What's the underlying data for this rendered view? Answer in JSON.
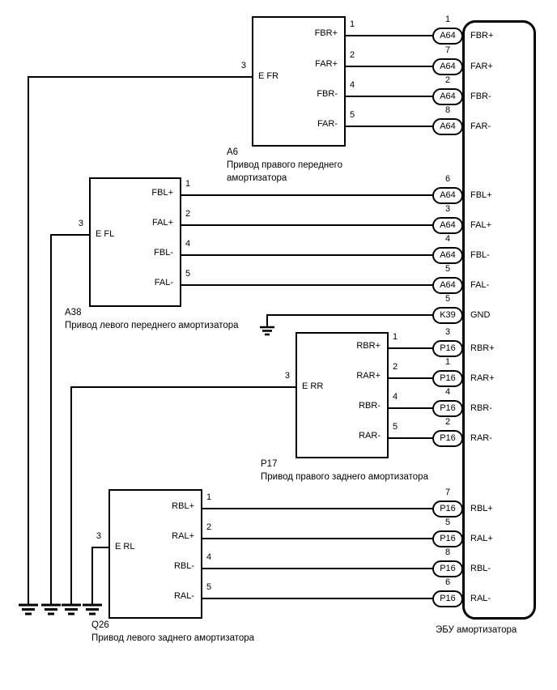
{
  "components": [
    {
      "ref": "A6",
      "desc_lines": [
        "Привод правого переднего",
        "амортизатора"
      ],
      "ground_pin": {
        "number": "3",
        "label": "E FR"
      },
      "pins": [
        {
          "number": "1",
          "label": "FBR+"
        },
        {
          "number": "2",
          "label": "FAR+"
        },
        {
          "number": "4",
          "label": "FBR-"
        },
        {
          "number": "5",
          "label": "FAR-"
        }
      ]
    },
    {
      "ref": "A38",
      "desc_lines": [
        "Привод левого переднего амортизатора"
      ],
      "ground_pin": {
        "number": "3",
        "label": "E FL"
      },
      "pins": [
        {
          "number": "1",
          "label": "FBL+"
        },
        {
          "number": "2",
          "label": "FAL+"
        },
        {
          "number": "4",
          "label": "FBL-"
        },
        {
          "number": "5",
          "label": "FAL-"
        }
      ]
    },
    {
      "ref": "P17",
      "desc_lines": [
        "Привод правого заднего амортизатора"
      ],
      "ground_pin": {
        "number": "3",
        "label": "E RR"
      },
      "pins": [
        {
          "number": "1",
          "label": "RBR+"
        },
        {
          "number": "2",
          "label": "RAR+"
        },
        {
          "number": "4",
          "label": "RBR-"
        },
        {
          "number": "5",
          "label": "RAR-"
        }
      ]
    },
    {
      "ref": "Q26",
      "desc_lines": [
        "Привод левого заднего амортизатора"
      ],
      "ground_pin": {
        "number": "3",
        "label": "E RL"
      },
      "pins": [
        {
          "number": "1",
          "label": "RBL+"
        },
        {
          "number": "2",
          "label": "RAL+"
        },
        {
          "number": "4",
          "label": "RBL-"
        },
        {
          "number": "5",
          "label": "RAL-"
        }
      ]
    }
  ],
  "ecu": {
    "label": "ЭБУ амортизатора",
    "rows": [
      {
        "pin": "1",
        "connector": "A64",
        "signal": "FBR+"
      },
      {
        "pin": "7",
        "connector": "A64",
        "signal": "FAR+"
      },
      {
        "pin": "2",
        "connector": "A64",
        "signal": "FBR-"
      },
      {
        "pin": "8",
        "connector": "A64",
        "signal": "FAR-"
      },
      {
        "pin": "6",
        "connector": "A64",
        "signal": "FBL+"
      },
      {
        "pin": "3",
        "connector": "A64",
        "signal": "FAL+"
      },
      {
        "pin": "4",
        "connector": "A64",
        "signal": "FBL-"
      },
      {
        "pin": "5",
        "connector": "A64",
        "signal": "FAL-"
      },
      {
        "pin": "5",
        "connector": "K39",
        "signal": "GND"
      },
      {
        "pin": "3",
        "connector": "P16",
        "signal": "RBR+"
      },
      {
        "pin": "1",
        "connector": "P16",
        "signal": "RAR+"
      },
      {
        "pin": "4",
        "connector": "P16",
        "signal": "RBR-"
      },
      {
        "pin": "2",
        "connector": "P16",
        "signal": "RAR-"
      },
      {
        "pin": "7",
        "connector": "P16",
        "signal": "RBL+"
      },
      {
        "pin": "5",
        "connector": "P16",
        "signal": "RAL+"
      },
      {
        "pin": "8",
        "connector": "P16",
        "signal": "RBL-"
      },
      {
        "pin": "6",
        "connector": "P16",
        "signal": "RAL-"
      }
    ]
  },
  "colors": {
    "line": "#000000",
    "background": "#ffffff"
  }
}
